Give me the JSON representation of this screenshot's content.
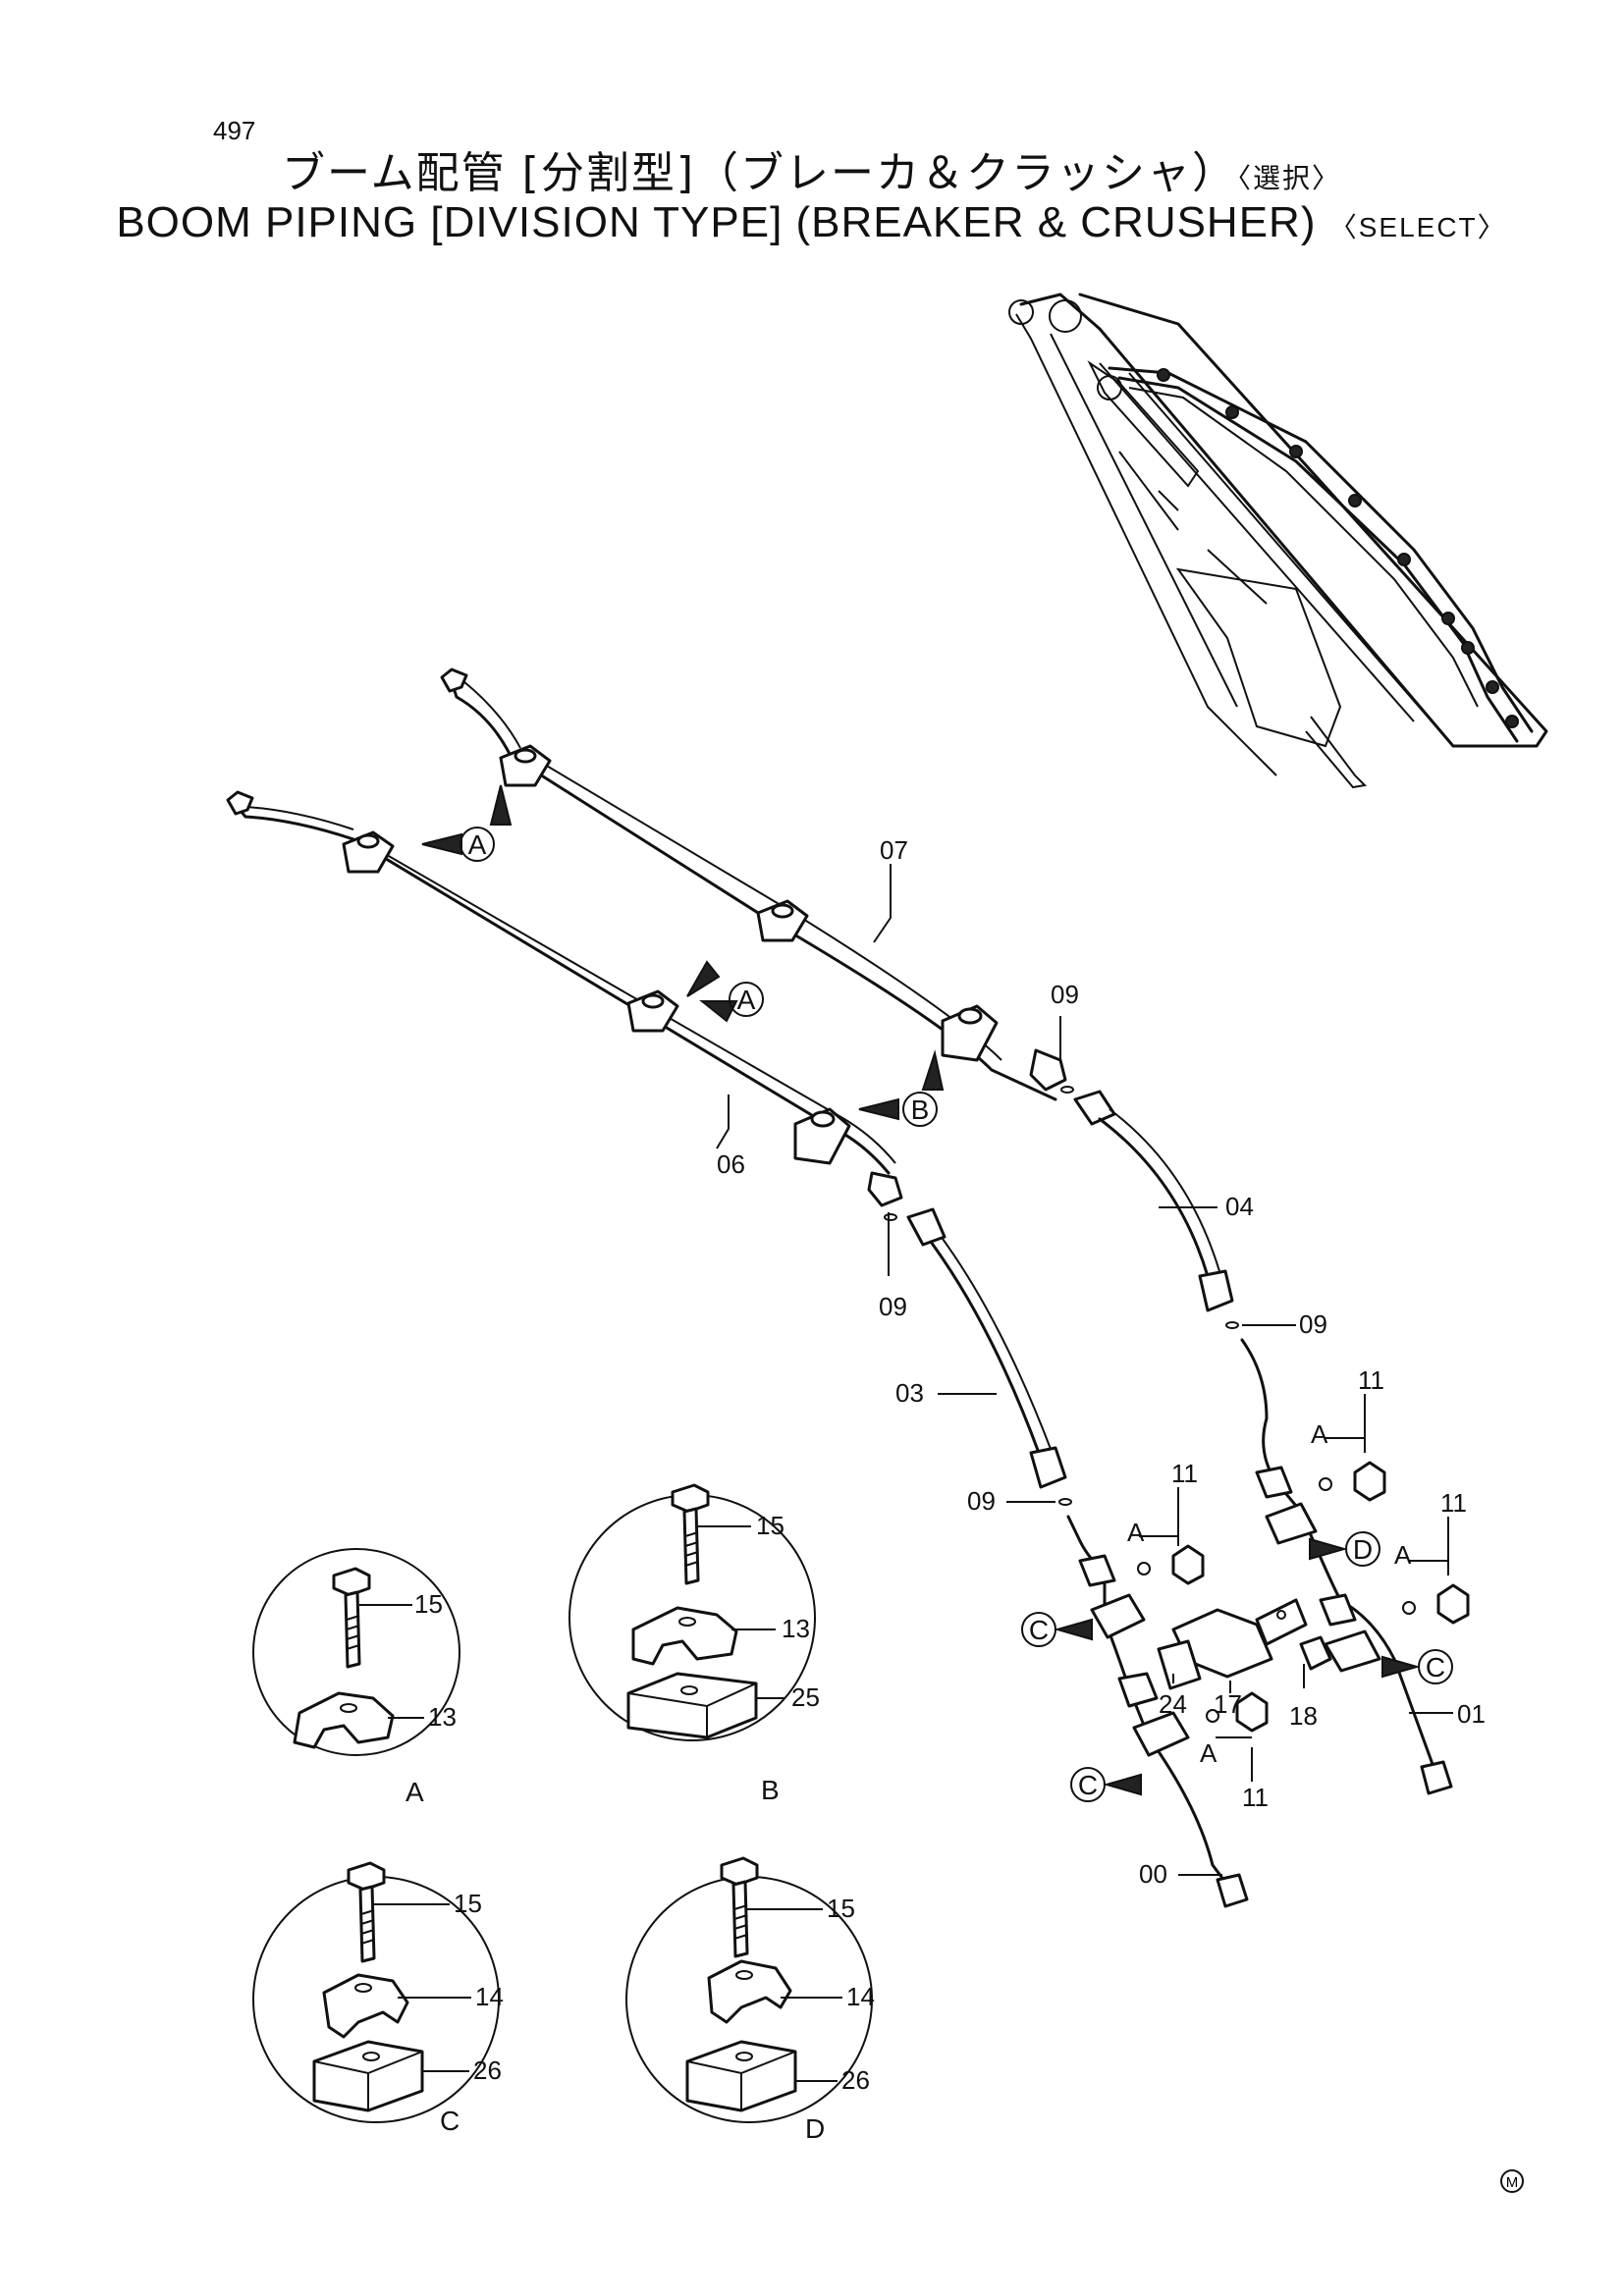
{
  "page_number": "497",
  "title_jp": {
    "main": "ブーム配管 [分割型]（ブレーカ＆クラッシャ）",
    "suffix": "〈選択〉"
  },
  "title_en": {
    "main": "BOOM PIPING [DIVISION TYPE] (BREAKER & CRUSHER)",
    "suffix": "〈SELECT〉"
  },
  "parts": {
    "p00": "00",
    "p01": "01",
    "p03": "03",
    "p04": "04",
    "p06": "06",
    "p07": "07",
    "p09": "09",
    "p11": "11",
    "p13": "13",
    "p14": "14",
    "p15": "15",
    "p17": "17",
    "p18": "18",
    "p24": "24",
    "p25": "25",
    "p26": "26"
  },
  "callouts": {
    "a": "A",
    "b": "B",
    "c": "C",
    "d": "D"
  },
  "detail_views": [
    "A",
    "B",
    "C",
    "D"
  ],
  "corner_mark": "M"
}
